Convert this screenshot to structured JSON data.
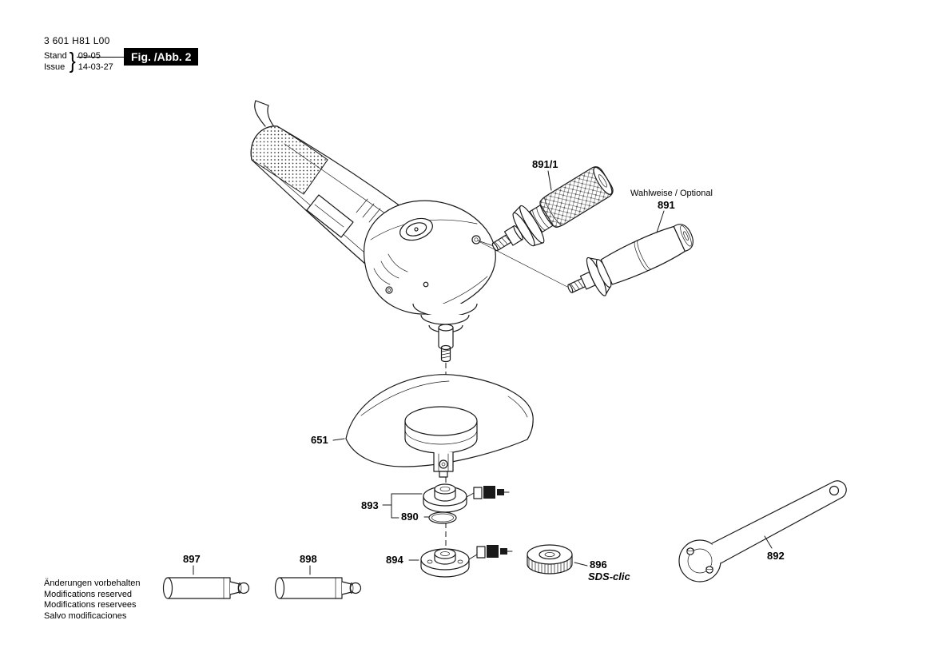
{
  "header": {
    "type_number": "3 601 H81 L00",
    "stand_label": "Stand",
    "issue_label": "Issue",
    "brace": "}",
    "stand_value": "09-05",
    "issue_value": "14-03-27",
    "figure_label": "Fig. /Abb. 2"
  },
  "callouts": {
    "aux_handle_damped": "891/1",
    "optional_note": "Wahlweise / Optional",
    "aux_handle": "891",
    "guard": "651",
    "mounting_flange": "893",
    "o_ring": "890",
    "backing_flange": "894",
    "clamping_nut": "896",
    "clamping_nut_sub": "SDS-clic",
    "pin_wrench": "892",
    "tube_left": "897",
    "tube_right": "898"
  },
  "footer": {
    "line1": "Änderungen vorbehalten",
    "line2": "Modifications reserved",
    "line3": "Modifications reservees",
    "line4": "Salvo modificaciones"
  }
}
